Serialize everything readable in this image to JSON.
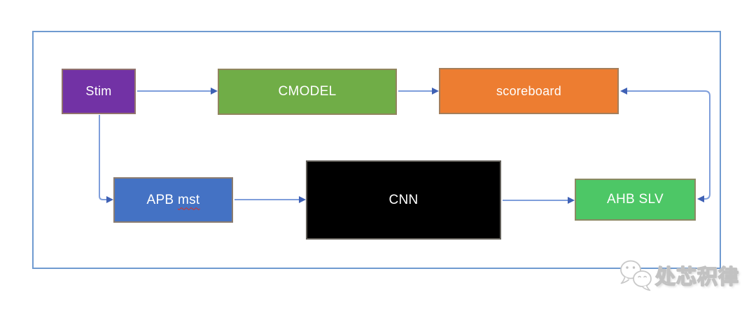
{
  "diagram": {
    "type": "block-diagram",
    "description": "verification testbench block diagram",
    "frame_border_color": "#6f9ad0",
    "connector_line_color": "#7f9edb",
    "connector_arrow_color": "#3f61b5",
    "node_border_color": "#9b7e63",
    "nodes": {
      "stim": {
        "label": "Stim",
        "color": "#7232A5",
        "text_color": "#FFFFFF"
      },
      "cmodel": {
        "label": "CMODEL",
        "color": "#70AD47",
        "text_color": "#FFFFFF"
      },
      "scoreboard": {
        "label": "scoreboard",
        "color": "#ED7D31",
        "text_color": "#FFFFFF"
      },
      "apb_mst": {
        "label": "APB mst",
        "label_part1": "APB",
        "label_part2": "mst",
        "color": "#4472C4",
        "text_color": "#FFFFFF",
        "note": "mst shown with red spellcheck wavy underline"
      },
      "cnn": {
        "label": "CNN",
        "color": "#000000",
        "text_color": "#FFFFFF"
      },
      "ahb_slv": {
        "label": "AHB SLV",
        "color": "#4DC766",
        "text_color": "#FFFFFF"
      }
    },
    "connections": [
      {
        "from": "Stim",
        "to": "CMODEL",
        "arrows": "to",
        "shape": "straight"
      },
      {
        "from": "CMODEL",
        "to": "scoreboard",
        "arrows": "to",
        "shape": "straight"
      },
      {
        "from": "Stim",
        "to": "APB mst",
        "arrows": "to",
        "shape": "elbow-down-right"
      },
      {
        "from": "APB mst",
        "to": "CNN",
        "arrows": "to",
        "shape": "straight"
      },
      {
        "from": "CNN",
        "to": "AHB SLV",
        "arrows": "to",
        "shape": "straight"
      },
      {
        "from": "AHB SLV",
        "to": "scoreboard",
        "arrows": "both",
        "shape": "elbow-right-up-left"
      }
    ]
  },
  "watermark": {
    "text": "处芯积律",
    "icon": "wechat-logo"
  }
}
